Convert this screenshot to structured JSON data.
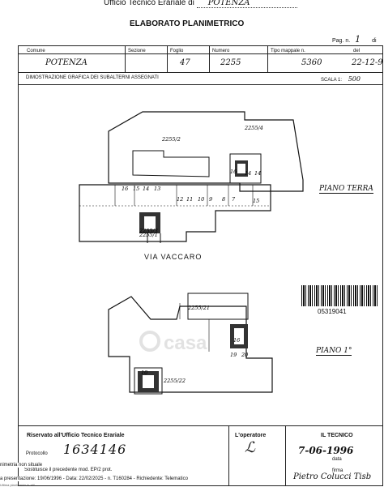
{
  "header": {
    "office_label": "Ufficio Tecnico Erariale di",
    "office_city": "POTENZA",
    "title": "ELABORATO PLANIMETRICO",
    "page_label": "Pag. n.",
    "page_number": "1",
    "page_of": "di"
  },
  "fields": {
    "comune_label": "Comune",
    "comune_value": "POTENZA",
    "sezione_label": "Sezione",
    "sezione_value": "",
    "foglio_label": "Foglio",
    "foglio_value": "47",
    "numero_label": "Numero",
    "numero_value": "2255",
    "tipo_label": "Tipo mappale n.",
    "tipo_value": "5360",
    "del_label": "del",
    "del_value": "22-12-9"
  },
  "subheader": {
    "text": "DIMOSTRAZIONE GRAFICA DEI SUBALTERNI ASSEGNATI",
    "scale_label": "SCALA 1:",
    "scale_value": "500"
  },
  "drawing": {
    "floor_ground": "PIANO TERRA",
    "floor_first": "PIANO 1°",
    "street": "VIA VACCARO",
    "ground_labels": [
      "2255/1",
      "2255/2",
      "2255/3",
      "2255/4",
      "16",
      "15",
      "14",
      "13",
      "12",
      "11",
      "10",
      "9",
      "8",
      "7",
      "16",
      "14",
      "14",
      "15"
    ],
    "first_labels": [
      "2255/21",
      "2255/22",
      "19",
      "20",
      "16",
      "10"
    ],
    "barcode_number": "05319041",
    "watermark": "casa"
  },
  "footer": {
    "reserved_label": "Riservato all'Ufficio Tecnico Erariale",
    "operatore_label": "L'operatore",
    "tecnico_label": "IL TECNICO",
    "protocollo_label": "Protocollo",
    "protocollo_value": "1634146",
    "date_value": "7-06-1996",
    "data_label": "data",
    "firma_label": "firma",
    "signature": "Pietro Colucci Tisb",
    "sostituisce": "Sostituisce il precedente mod. EP/2 prot.",
    "side_note": "nimetria non situale",
    "presentazione": "a presentazione: 19/06/1996 - Data: 22/02/2025 - n. T160284 - Richiedente: Telematico",
    "tiny_line": "Ultima planimetria in atti"
  }
}
